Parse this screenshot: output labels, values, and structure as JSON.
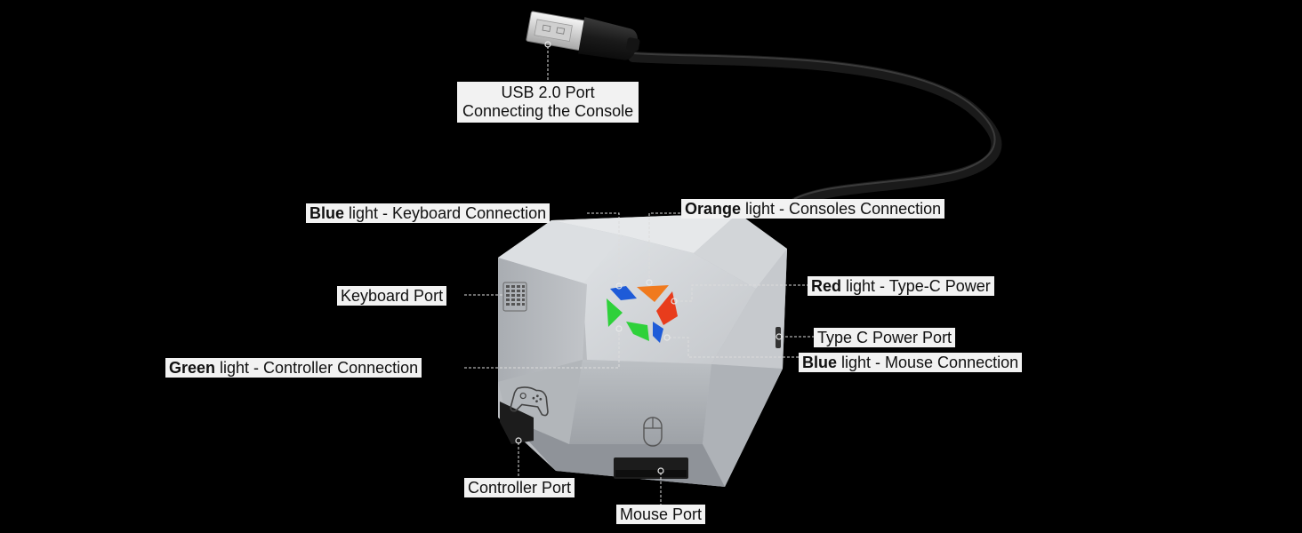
{
  "labels": {
    "usb_line1": "USB 2.0 Port",
    "usb_line2": "Connecting the Console",
    "blue_kb_bold": "Blue",
    "blue_kb_rest": " light - Keyboard Connection",
    "orange_bold": "Orange",
    "orange_rest": " light - Consoles Connection",
    "keyboard_port": "Keyboard Port",
    "red_bold": "Red",
    "red_rest": " light - Type-C Power",
    "typec_port": "Type C Power Port",
    "blue_mouse_bold": "Blue",
    "blue_mouse_rest": " light - Mouse Connection",
    "green_bold": "Green",
    "green_rest": " light - Controller Connection",
    "controller_port": "Controller Port",
    "mouse_port": "Mouse Port"
  },
  "colors": {
    "background": "#000000",
    "device_body": "#c9ccd0",
    "blue_light": "#1e5bd8",
    "orange_light": "#f07a1e",
    "red_light": "#e83c1c",
    "green_light": "#2ed13a",
    "label_bg": "#f2f2f2"
  },
  "icons": [
    "usb-plug-icon",
    "keyboard-icon",
    "gamepad-icon",
    "mouse-icon",
    "led-x-logo-icon"
  ]
}
